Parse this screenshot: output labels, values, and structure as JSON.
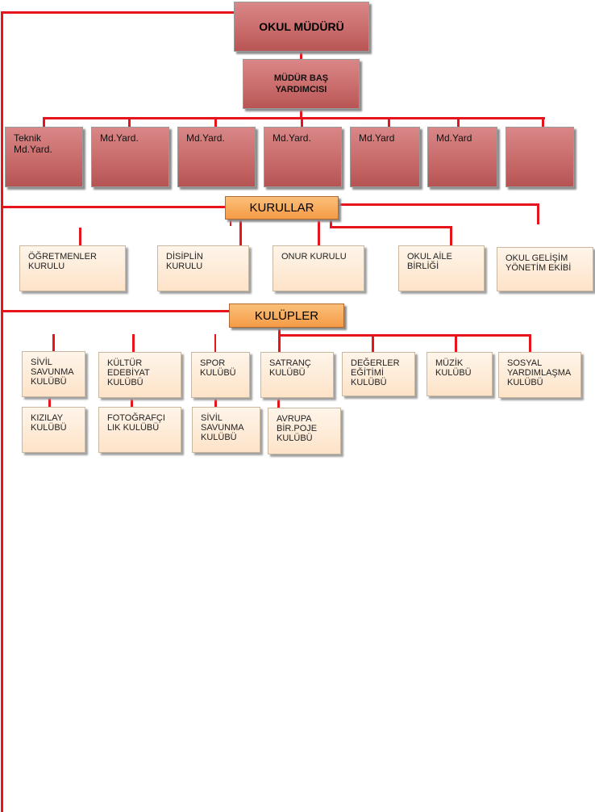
{
  "principal": {
    "label": "OKUL MÜDÜRÜ"
  },
  "vice_principal": {
    "label": "MÜDÜR BAŞ\nYARDIMCISI"
  },
  "deputies": [
    {
      "label": "Teknik\nMd.Yard."
    },
    {
      "label": "Md.Yard."
    },
    {
      "label": "Md.Yard."
    },
    {
      "label": "Md.Yard."
    },
    {
      "label": "Md.Yard"
    },
    {
      "label": "Md.Yard"
    },
    {
      "label": ""
    }
  ],
  "councils": {
    "heading": "KURULLAR",
    "items": [
      {
        "label": "ÖĞRETMENLER\nKURULU"
      },
      {
        "label": "DİSİPLİN\nKURULU"
      },
      {
        "label": "ONUR KURULU"
      },
      {
        "label": "OKUL AİLE\nBİRLİĞİ"
      },
      {
        "label": "OKUL GELİŞİM\nYÖNETİM EKİBİ"
      }
    ]
  },
  "clubs": {
    "heading": "KULÜPLER",
    "row1": [
      {
        "label": "SİVİL\nSAVUNMA\nKULÜBÜ"
      },
      {
        "label": "KÜLTÜR\nEDEBİYAT\nKULÜBÜ"
      },
      {
        "label": "SPOR\nKULÜBÜ"
      },
      {
        "label": "SATRANÇ\nKULÜBÜ"
      },
      {
        "label": "DEĞERLER\nEĞİTİMİ\nKULÜBÜ"
      },
      {
        "label": "MÜZİK\nKULÜBÜ"
      },
      {
        "label": "SOSYAL\nYARDIMLAŞMA\nKULÜBÜ"
      }
    ],
    "row2": [
      {
        "label": "KIZILAY\nKULÜBÜ"
      },
      {
        "label": "FOTOĞRAFÇI\nLIK KULÜBÜ"
      },
      {
        "label": "SİVİL\nSAVUNMA\nKULÜBÜ"
      },
      {
        "label": "AVRUPA\nBİR.POJE\nKULÜBÜ"
      }
    ]
  }
}
